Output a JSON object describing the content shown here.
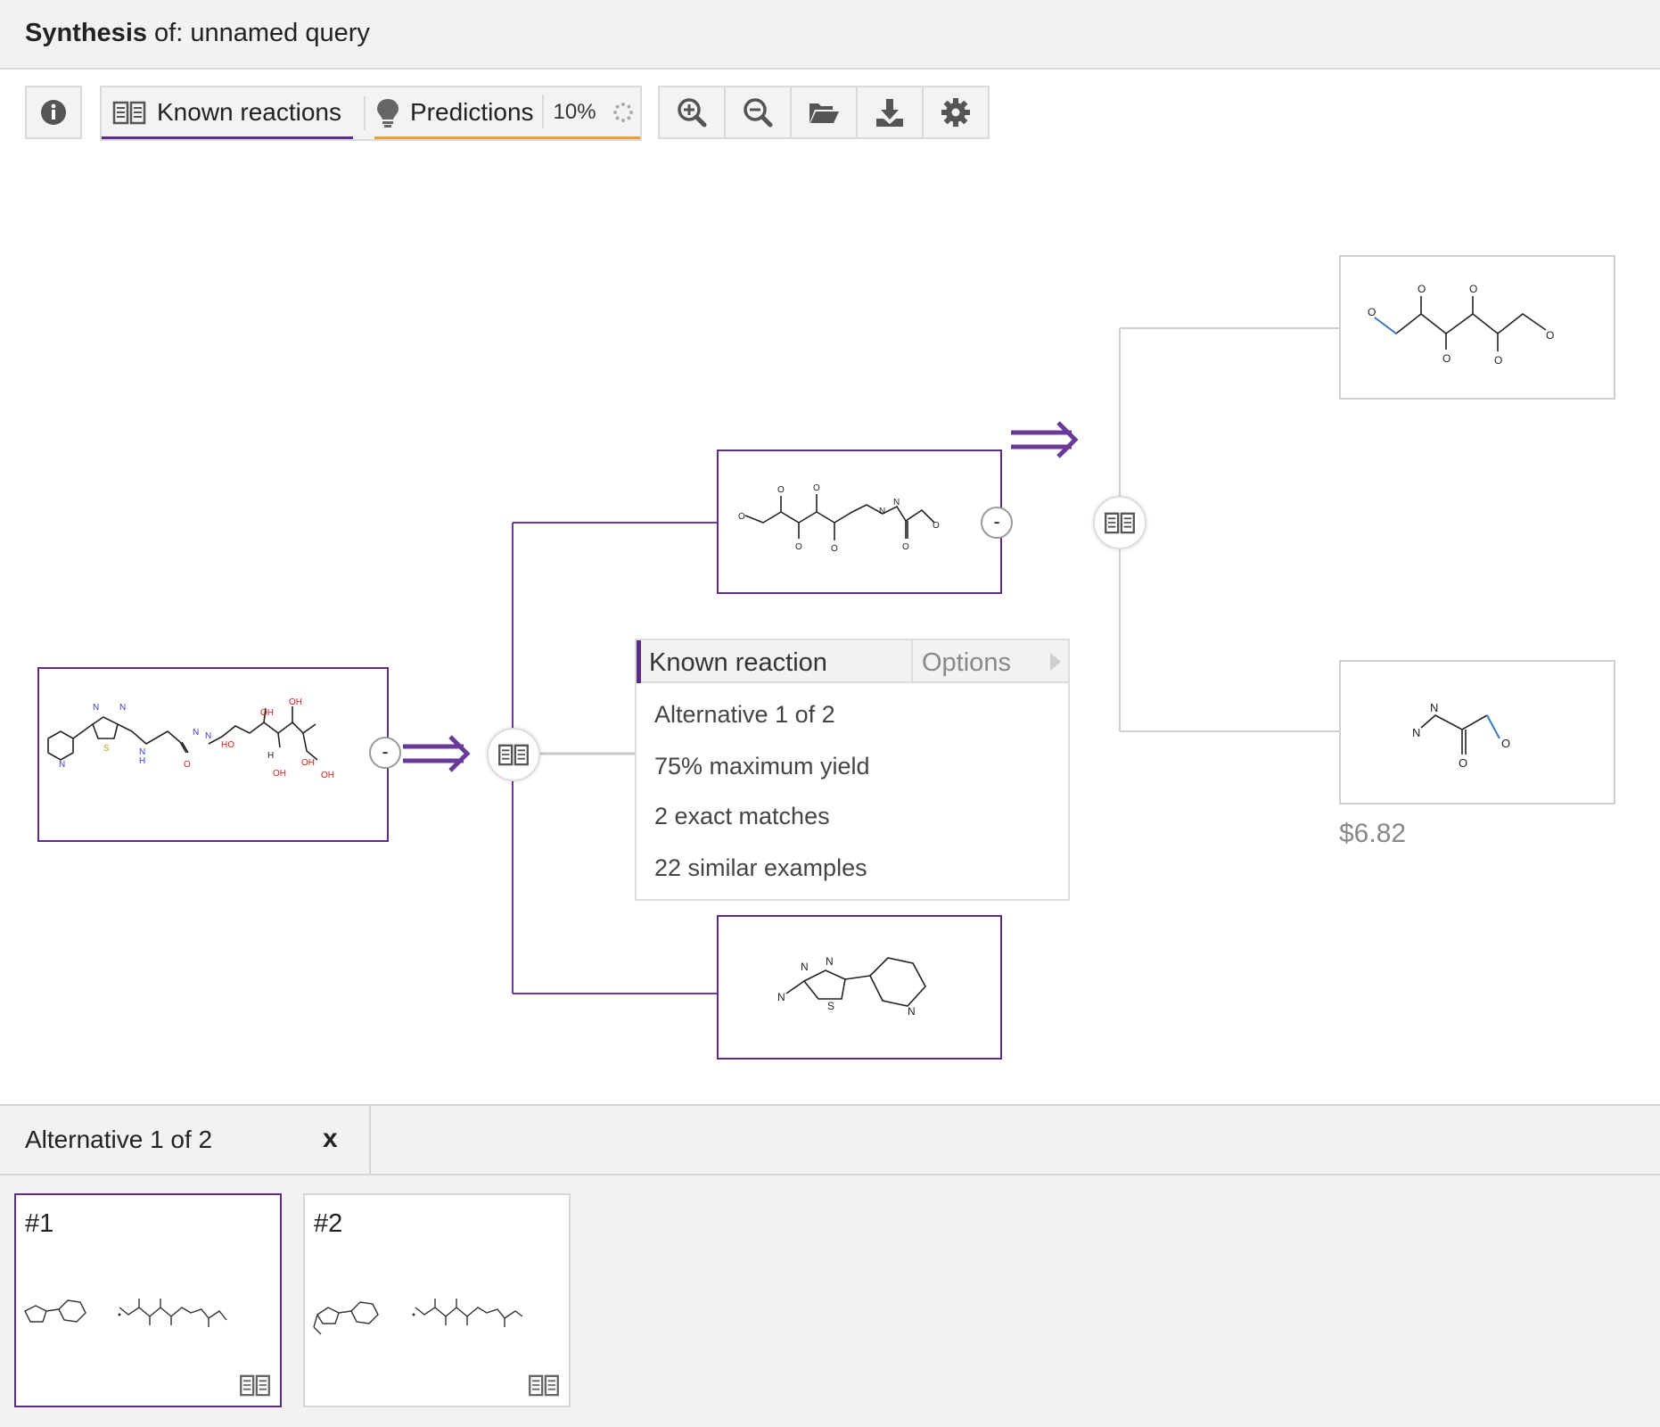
{
  "title": {
    "bold": "Synthesis",
    "rest": " of: unnamed query"
  },
  "toolbar": {
    "known_label": "Known reactions",
    "pred_label": "Predictions",
    "pred_percent": "10%"
  },
  "price": "$6.82",
  "popup": {
    "title": "Known reaction",
    "options": "Options",
    "lines": [
      "Alternative 1 of 2",
      "75% maximum yield",
      "2 exact matches",
      "22 similar examples"
    ]
  },
  "bottom": {
    "tab_label": "Alternative 1 of 2",
    "close": "x"
  },
  "cards": [
    "#1",
    "#2"
  ],
  "node_collapse": "-",
  "atoms": {
    "N": "N",
    "S": "S",
    "O": "O",
    "H": "H",
    "OH": "OH",
    "HO": "HO"
  },
  "colors": {
    "accent": "#5b2d86",
    "predictions": "#f0a030"
  }
}
